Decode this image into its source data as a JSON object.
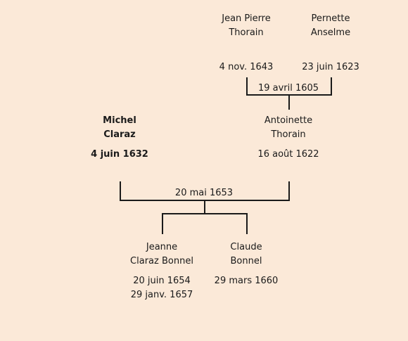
{
  "persons": {
    "jean_pierre": {
      "first": "Jean Pierre",
      "last": "Thorain",
      "date": "4 nov. 1643"
    },
    "pernette": {
      "first": "Pernette",
      "last": "Anselme",
      "date": "23 juin 1623"
    },
    "antoinette": {
      "first": "Antoinette",
      "last": "Thorain",
      "date": "16 août 1622"
    },
    "michel": {
      "first": "Michel",
      "last": "Claraz",
      "date": "4 juin 1632"
    },
    "jeanne": {
      "first": "Jeanne",
      "last": "Claraz Bonnel",
      "date": "20 juin 1654",
      "date2": "29 janv. 1657"
    },
    "claude": {
      "first": "Claude",
      "last": "Bonnel",
      "date": "29 mars 1660"
    }
  },
  "marriages": {
    "top": "19 avril 1605",
    "main": "20 mai 1653"
  }
}
